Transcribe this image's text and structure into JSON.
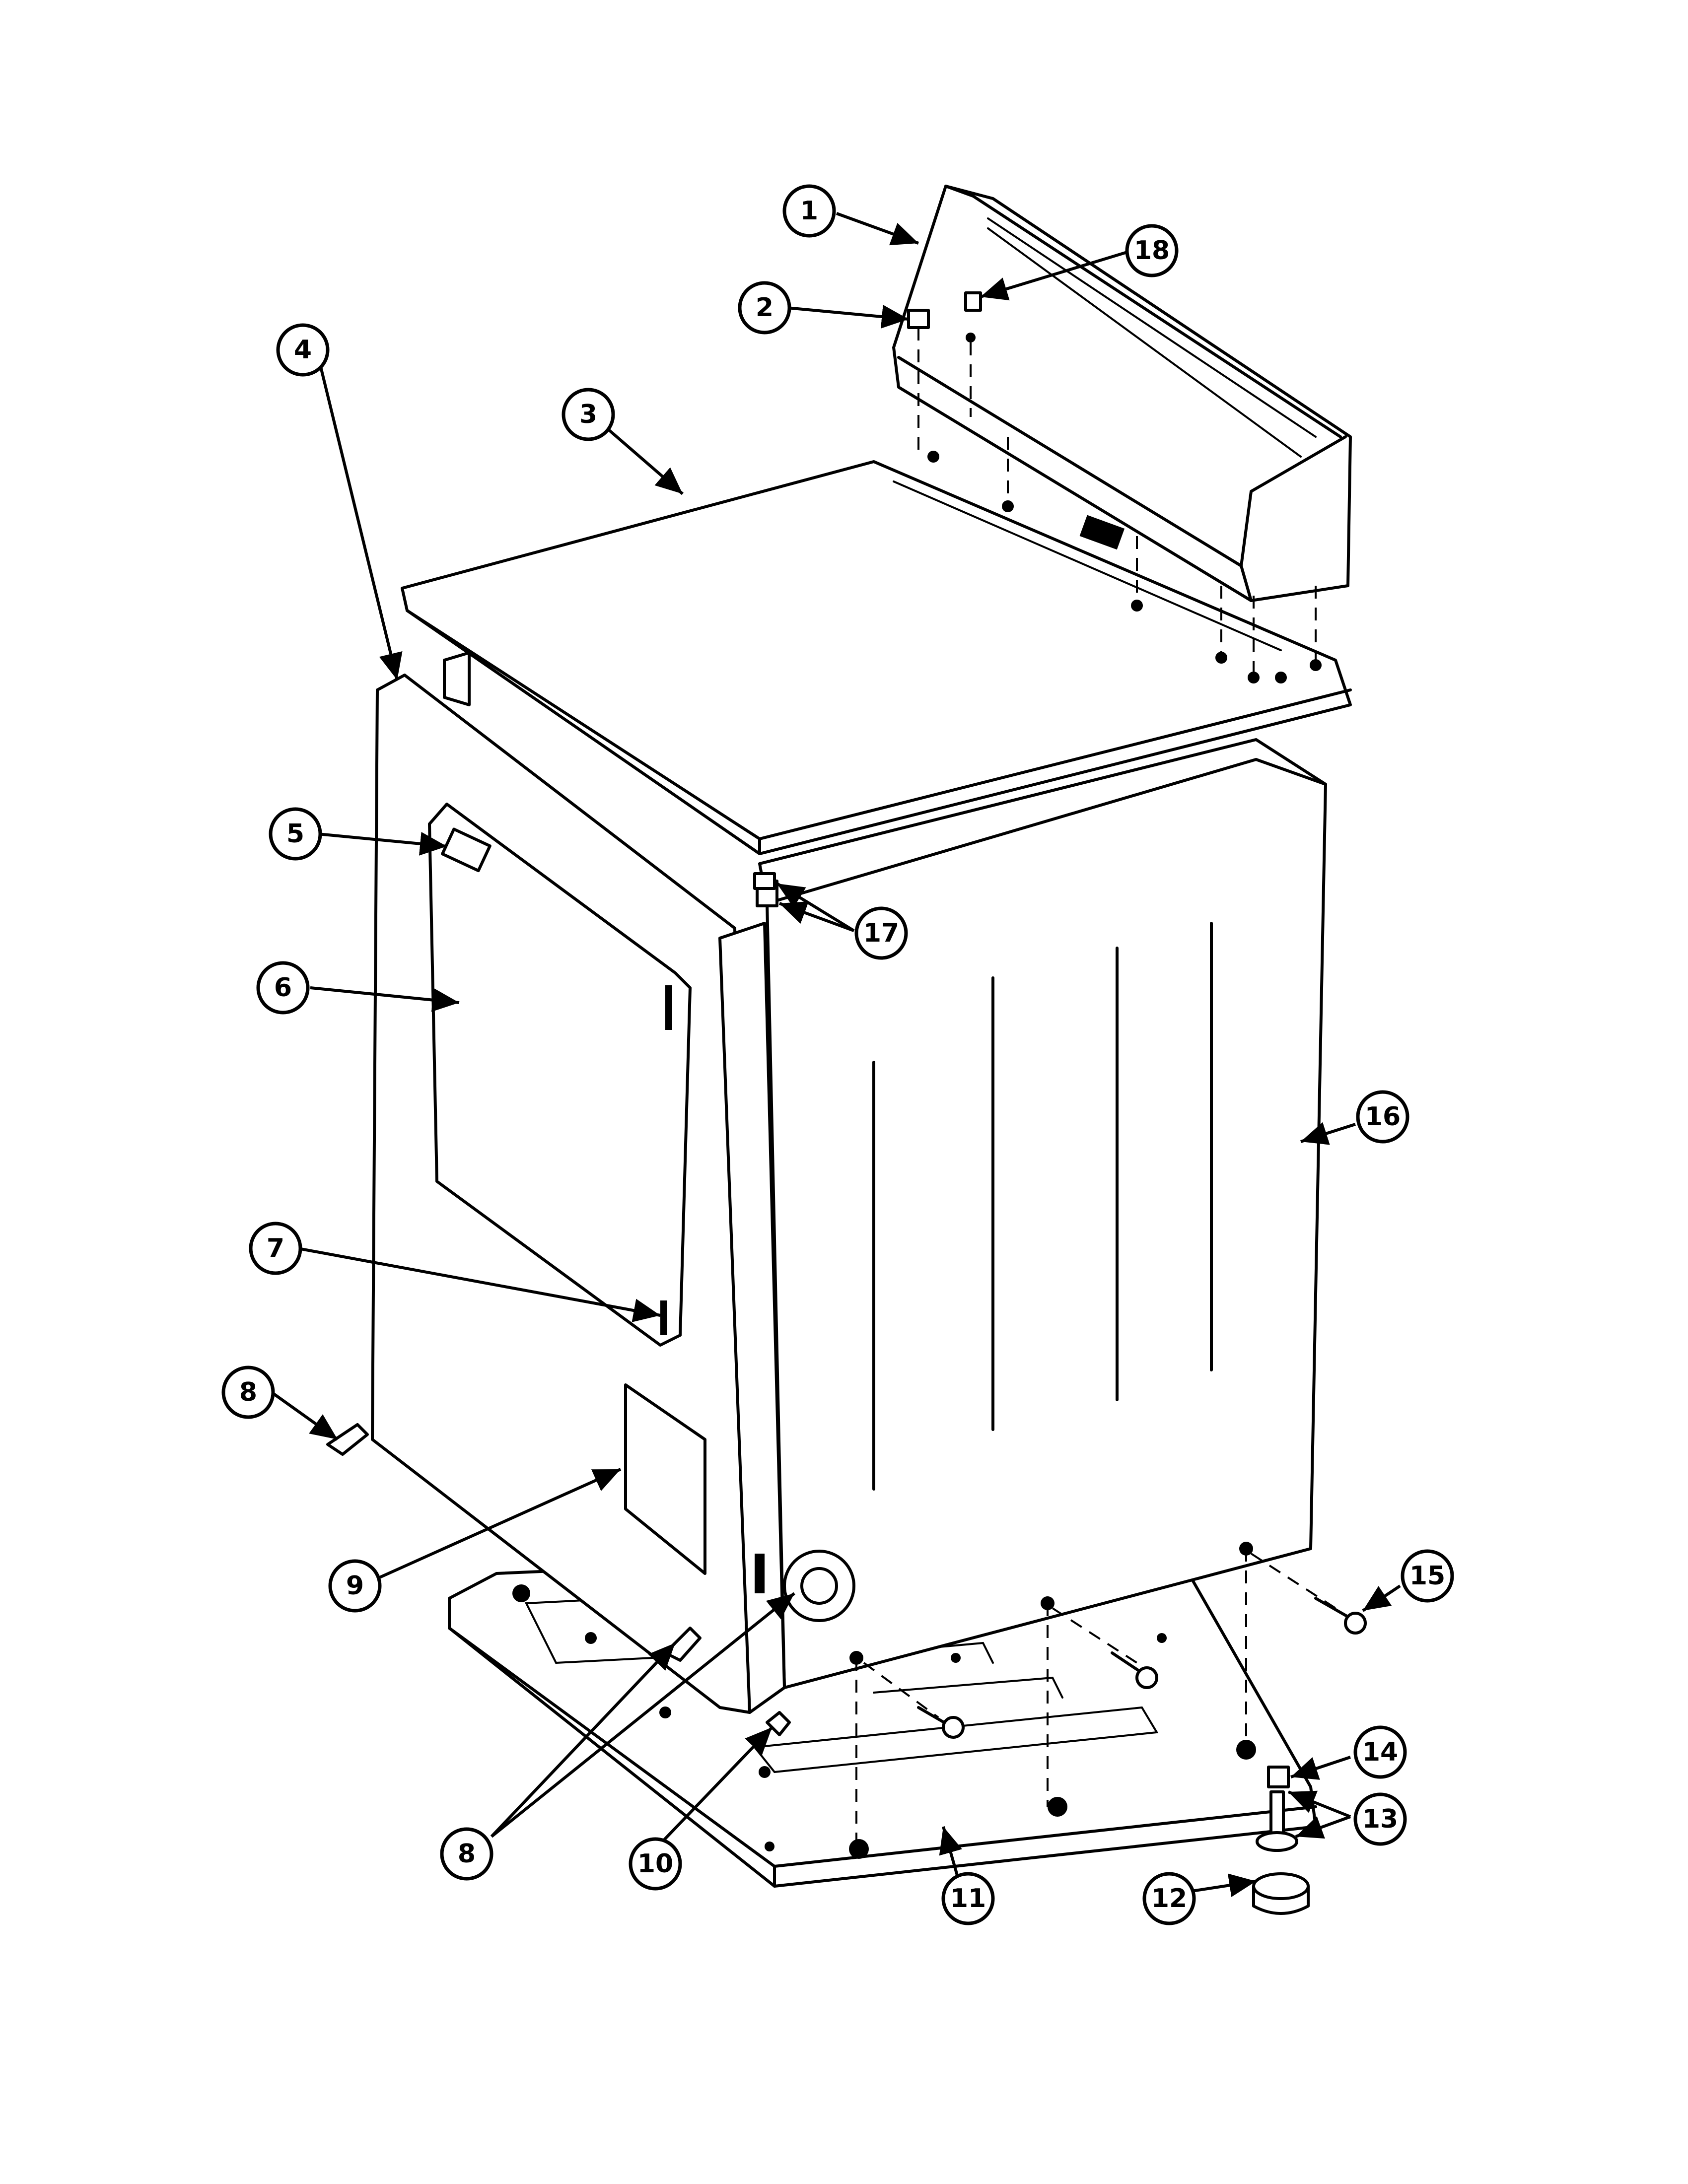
{
  "callouts": [
    {
      "id": "c1",
      "label": "1"
    },
    {
      "id": "c2",
      "label": "2"
    },
    {
      "id": "c3",
      "label": "3"
    },
    {
      "id": "c4",
      "label": "4"
    },
    {
      "id": "c5",
      "label": "5"
    },
    {
      "id": "c6",
      "label": "6"
    },
    {
      "id": "c7",
      "label": "7"
    },
    {
      "id": "c8a",
      "label": "8"
    },
    {
      "id": "c8b",
      "label": "8"
    },
    {
      "id": "c9",
      "label": "9"
    },
    {
      "id": "c10",
      "label": "10"
    },
    {
      "id": "c11",
      "label": "11"
    },
    {
      "id": "c12",
      "label": "12"
    },
    {
      "id": "c13",
      "label": "13"
    },
    {
      "id": "c14",
      "label": "14"
    },
    {
      "id": "c15",
      "label": "15"
    },
    {
      "id": "c16",
      "label": "16"
    },
    {
      "id": "c17",
      "label": "17"
    },
    {
      "id": "c18",
      "label": "18"
    }
  ]
}
